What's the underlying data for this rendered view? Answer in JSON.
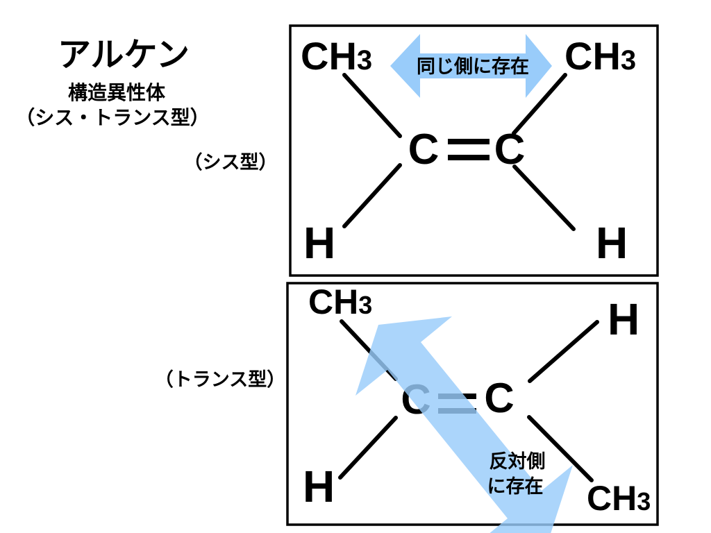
{
  "colors": {
    "arrow": "#99CCFA",
    "ink": "#000000"
  },
  "header": {
    "title": "アルケン",
    "subtitle_line1": "構造異性体",
    "subtitle_line2": "（シス・トランス型）"
  },
  "panel_labels": {
    "cis": "（シス型）",
    "trans": "（トランス型）"
  },
  "cis_panel": {
    "substituent_top_left": "CH",
    "substituent_top_left_sub": "3",
    "substituent_top_right": "CH",
    "substituent_top_right_sub": "3",
    "substituent_bottom_left": "H",
    "substituent_bottom_right": "H",
    "carbon_left": "C",
    "carbon_right": "C",
    "arrow_label": "同じ側に存在"
  },
  "trans_panel": {
    "substituent_top_left": "CH",
    "substituent_top_left_sub": "3",
    "substituent_top_right": "H",
    "substituent_bottom_left": "H",
    "substituent_bottom_right": "CH",
    "substituent_bottom_right_sub": "3",
    "carbon_left": "C",
    "carbon_right": "C",
    "arrow_label_line1": "反対側",
    "arrow_label_line2": "に存在"
  }
}
